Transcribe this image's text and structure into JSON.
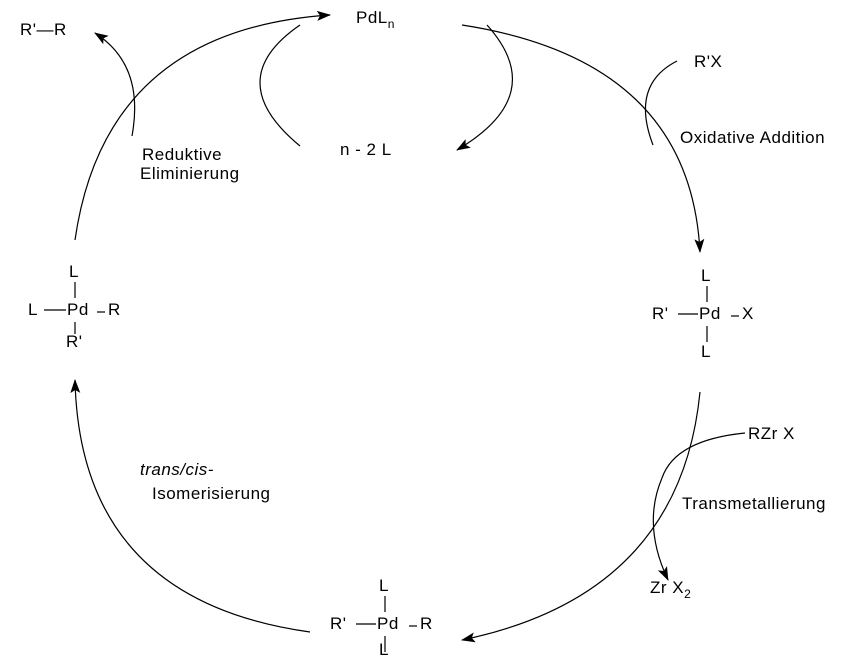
{
  "catalyst": {
    "label": "PdL",
    "subscript": "n"
  },
  "ligand_loss": "n - 2 L",
  "product": "R'—R",
  "reagent_1": "R'X",
  "reagent_2": "RZr X",
  "byproduct": {
    "label": "Zr X",
    "subscript": "2"
  },
  "steps": {
    "reductive_elimination": {
      "line1": "Reduktive",
      "line2": "Eliminierung"
    },
    "oxidative_addition": "Oxidative Addition",
    "transmetallation": "Transmetallierung",
    "isomerization": {
      "line1": "trans/cis-",
      "line2": "Isomerisierung"
    }
  },
  "complexes": {
    "right": {
      "top": "L",
      "left": "R'",
      "center": "Pd",
      "right": "X",
      "bottom": "L"
    },
    "bottom": {
      "top": "L",
      "left": "R'",
      "center": "Pd",
      "right": "R",
      "bottom": "L"
    },
    "left": {
      "top": "L",
      "left": "L",
      "center": "Pd",
      "right": "R",
      "bottom": "R'"
    }
  }
}
